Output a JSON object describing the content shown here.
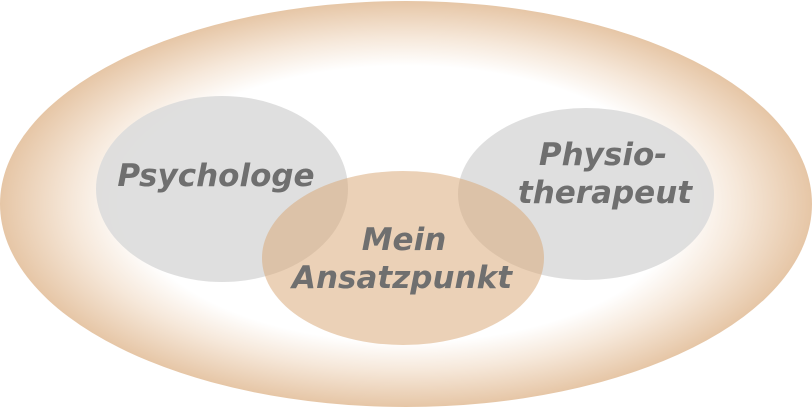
{
  "diagram": {
    "left_circle": {
      "label": "Psychologe"
    },
    "right_circle": {
      "line1": "Physio-",
      "line2": "therapeut"
    },
    "center_circle": {
      "line1": "Mein",
      "line2": "Ansatzpunkt"
    }
  },
  "colors": {
    "outer_ring": "#ecd4bd",
    "side_circles": "#dcdcdc",
    "center_circle": "#deb48e",
    "text": "#6f6f6f"
  }
}
